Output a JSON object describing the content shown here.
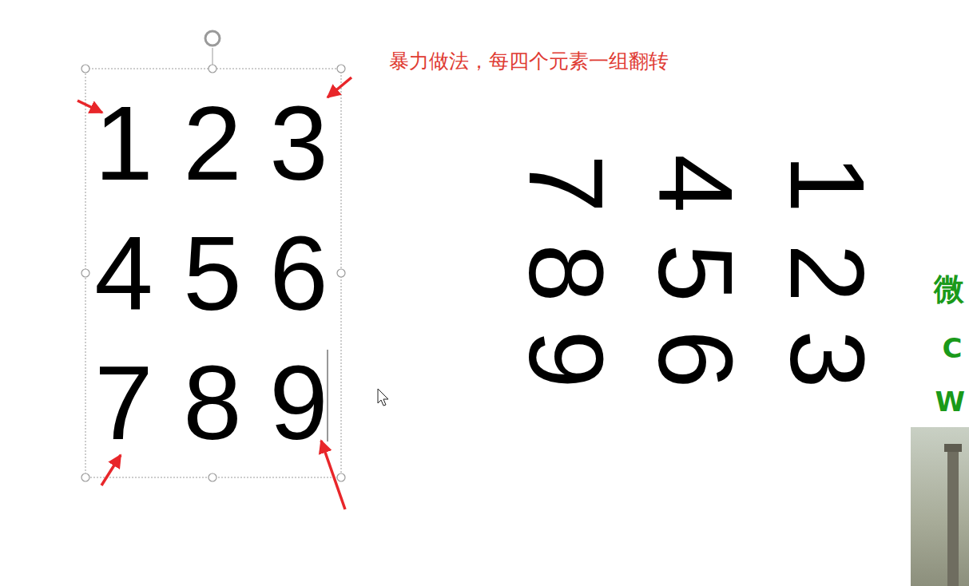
{
  "diagram": {
    "labels": [
      "1",
      "2",
      "3",
      "4",
      "5",
      "6",
      "7",
      "8",
      "9",
      "7",
      "4",
      "1",
      "8",
      "5",
      "2",
      "9",
      "6",
      "3",
      "暴力做法，每四个元素一组翻转",
      "微",
      "C",
      "W"
    ]
  }
}
